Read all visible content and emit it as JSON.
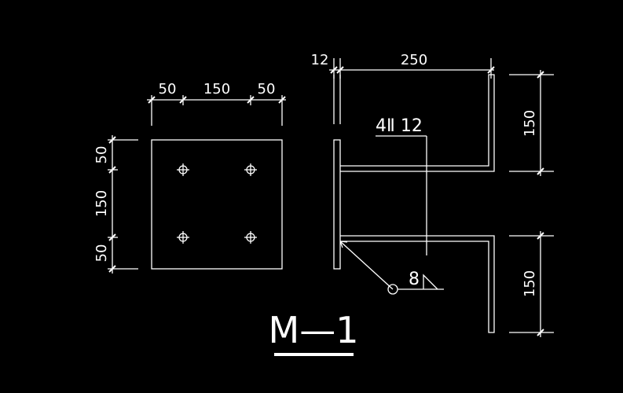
{
  "colors": {
    "background": "#000000",
    "lines": "#ffffff"
  },
  "drawing": {
    "title": "M—1",
    "plan_view": {
      "dim_top": [
        "50",
        "150",
        "50"
      ],
      "dim_left": [
        "50",
        "150",
        "50"
      ],
      "bolt_count": 4
    },
    "section_view": {
      "dim_plate_thickness": "12",
      "dim_stud_length": "250",
      "dim_right_upper": "150",
      "dim_right_lower": "150",
      "rebar_label": "4Ⅱ 12",
      "weld_size": "8"
    }
  }
}
